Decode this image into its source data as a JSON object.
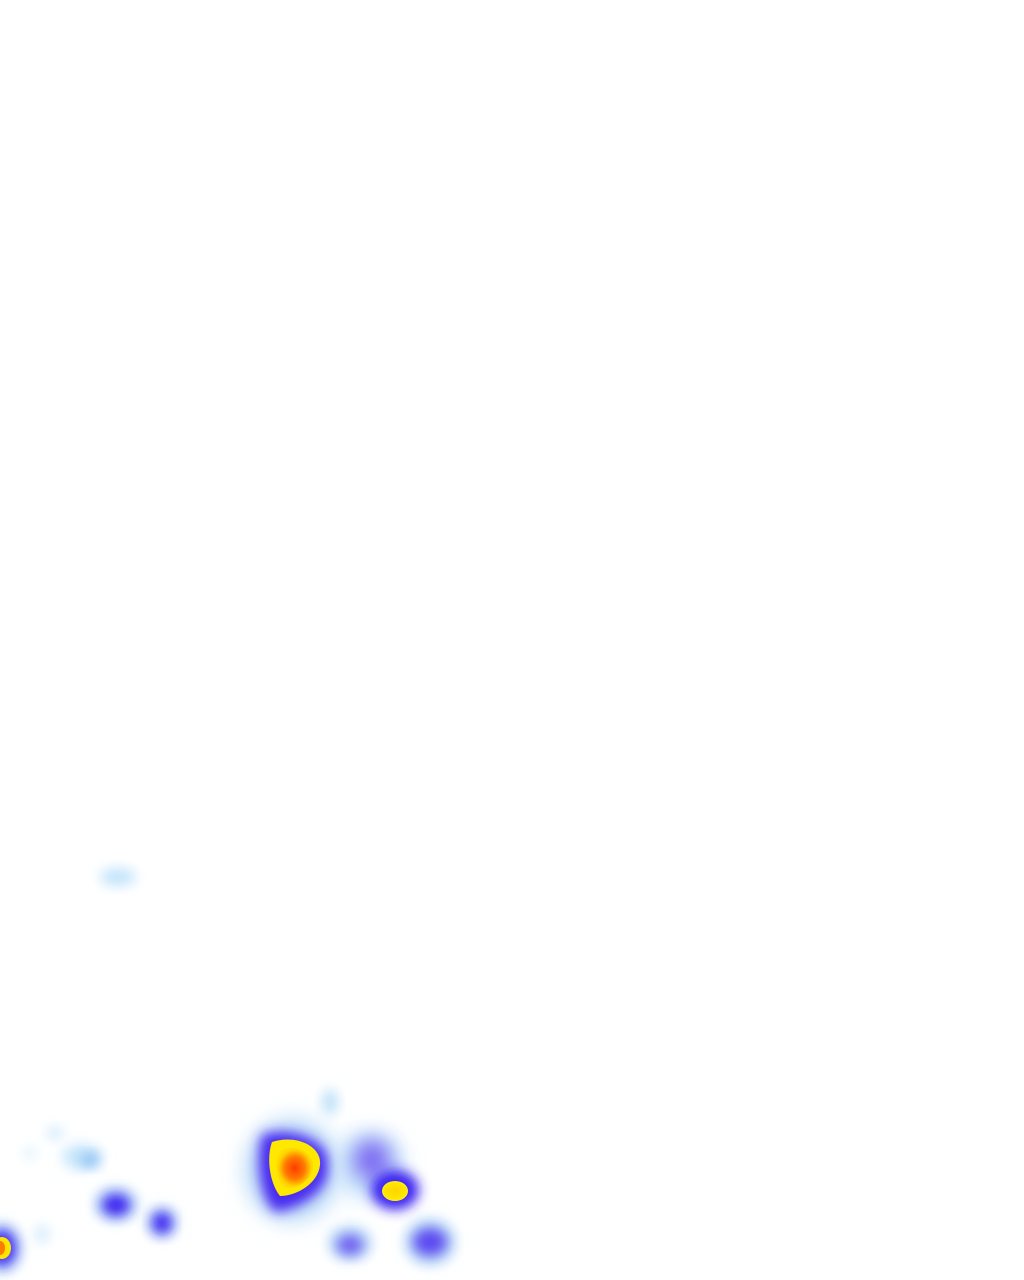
{
  "heatmap": {
    "kind": "density-overlay",
    "background": "#ffffff",
    "palette": {
      "low": "#bfe3fb",
      "mid_low": "#7fb4f3",
      "mid": "#3a22f0",
      "high": "#ffe400",
      "peak": "#ff4a00"
    },
    "hotspots": [
      {
        "id": "blob-a",
        "level": "low"
      },
      {
        "id": "blob-b",
        "level": "low"
      },
      {
        "id": "blob-c",
        "level": "mid"
      },
      {
        "id": "blob-d",
        "level": "mid"
      },
      {
        "id": "blob-e",
        "level": "peak"
      },
      {
        "id": "blob-f",
        "level": "high"
      },
      {
        "id": "blob-g",
        "level": "mid_low"
      },
      {
        "id": "blob-h",
        "level": "mid_low"
      },
      {
        "id": "blob-i",
        "level": "low"
      },
      {
        "id": "blob-j",
        "level": "high"
      },
      {
        "id": "blob-k",
        "level": "low"
      },
      {
        "id": "blob-l",
        "level": "low"
      }
    ]
  }
}
